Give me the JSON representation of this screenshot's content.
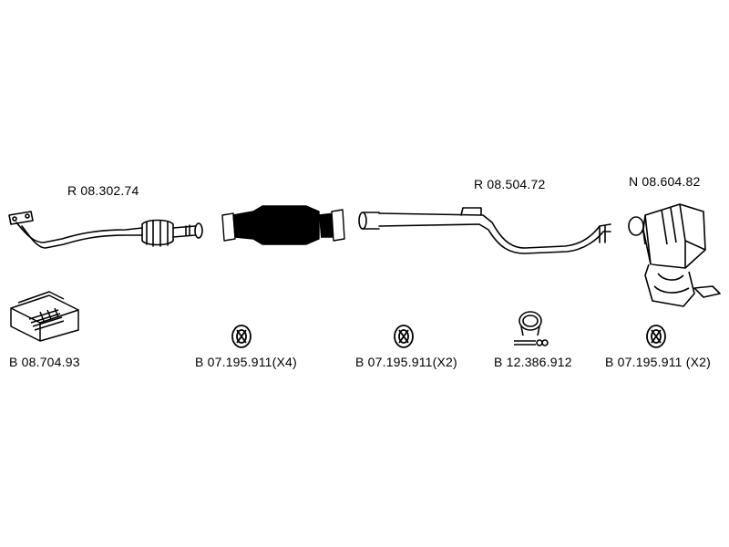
{
  "parts": {
    "front_pipe": {
      "code": "R 08.302.74"
    },
    "catalytic_converter": {
      "code": ""
    },
    "middle_pipe": {
      "code": "R 08.504.72"
    },
    "rear_silencer": {
      "code": "N 08.604.82"
    }
  },
  "accessories": {
    "mounting_kit": {
      "code": "B 08.704.93"
    },
    "ring_1": {
      "code": "B 07.195.911(X4)"
    },
    "ring_2": {
      "code": "B 07.195.911(X2)"
    },
    "clamp": {
      "code": "B 12.386.912"
    },
    "ring_3": {
      "code": "B 07.195.911 (X2)"
    }
  },
  "colors": {
    "line": "#000000",
    "background": "#ffffff"
  }
}
